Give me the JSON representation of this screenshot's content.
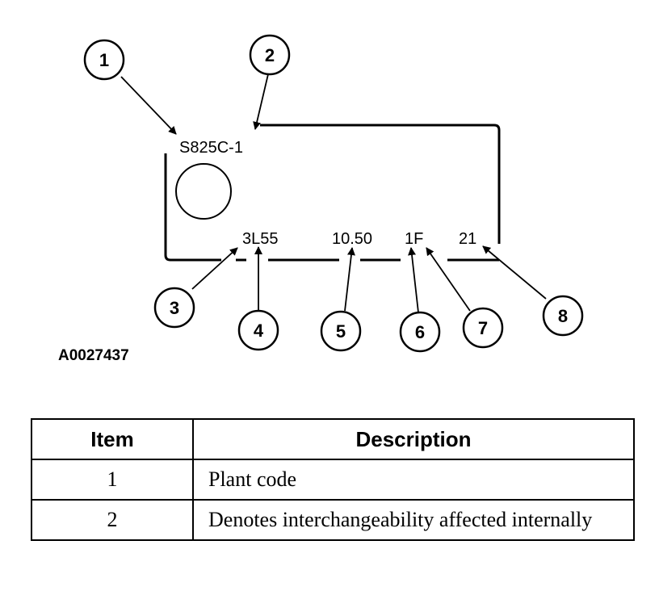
{
  "tag": {
    "code_line": "S825C-1",
    "values": [
      "3L55",
      "10.50",
      "1F",
      "21"
    ]
  },
  "callouts": [
    "1",
    "2",
    "3",
    "4",
    "5",
    "6",
    "7",
    "8"
  ],
  "figure_id": "A0027437",
  "table": {
    "headers": [
      "Item",
      "Description"
    ],
    "rows": [
      {
        "item": "1",
        "description": "Plant code"
      },
      {
        "item": "2",
        "description": "Denotes interchangeability affected internally"
      }
    ]
  }
}
